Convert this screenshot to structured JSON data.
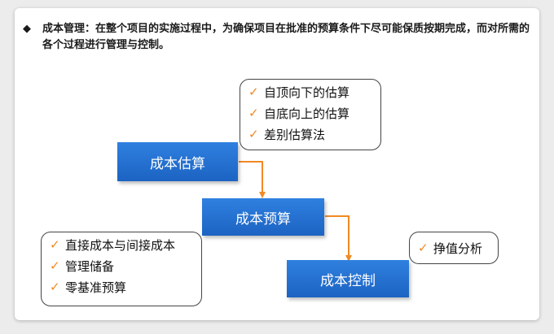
{
  "intro": {
    "bullet": "◆",
    "text": "成本管理：在整个项目的实施过程中，为确保项目在批准的预算条件下尽可能保质按期完成，而对所需的各个过程进行管理与控制。"
  },
  "stages": {
    "estimate": "成本估算",
    "budget": "成本预算",
    "control": "成本控制"
  },
  "estimate_methods": [
    "自顶向下的估算",
    "自底向上的估算",
    "差别估算法"
  ],
  "budget_methods": [
    "直接成本与间接成本",
    "管理储备",
    "零基准预算"
  ],
  "control_methods": [
    "挣值分析"
  ],
  "icons": {
    "check": "✓",
    "check_color": "#f08a24",
    "arrow_color": "#f08a24",
    "stage_color": "#2373d4"
  }
}
